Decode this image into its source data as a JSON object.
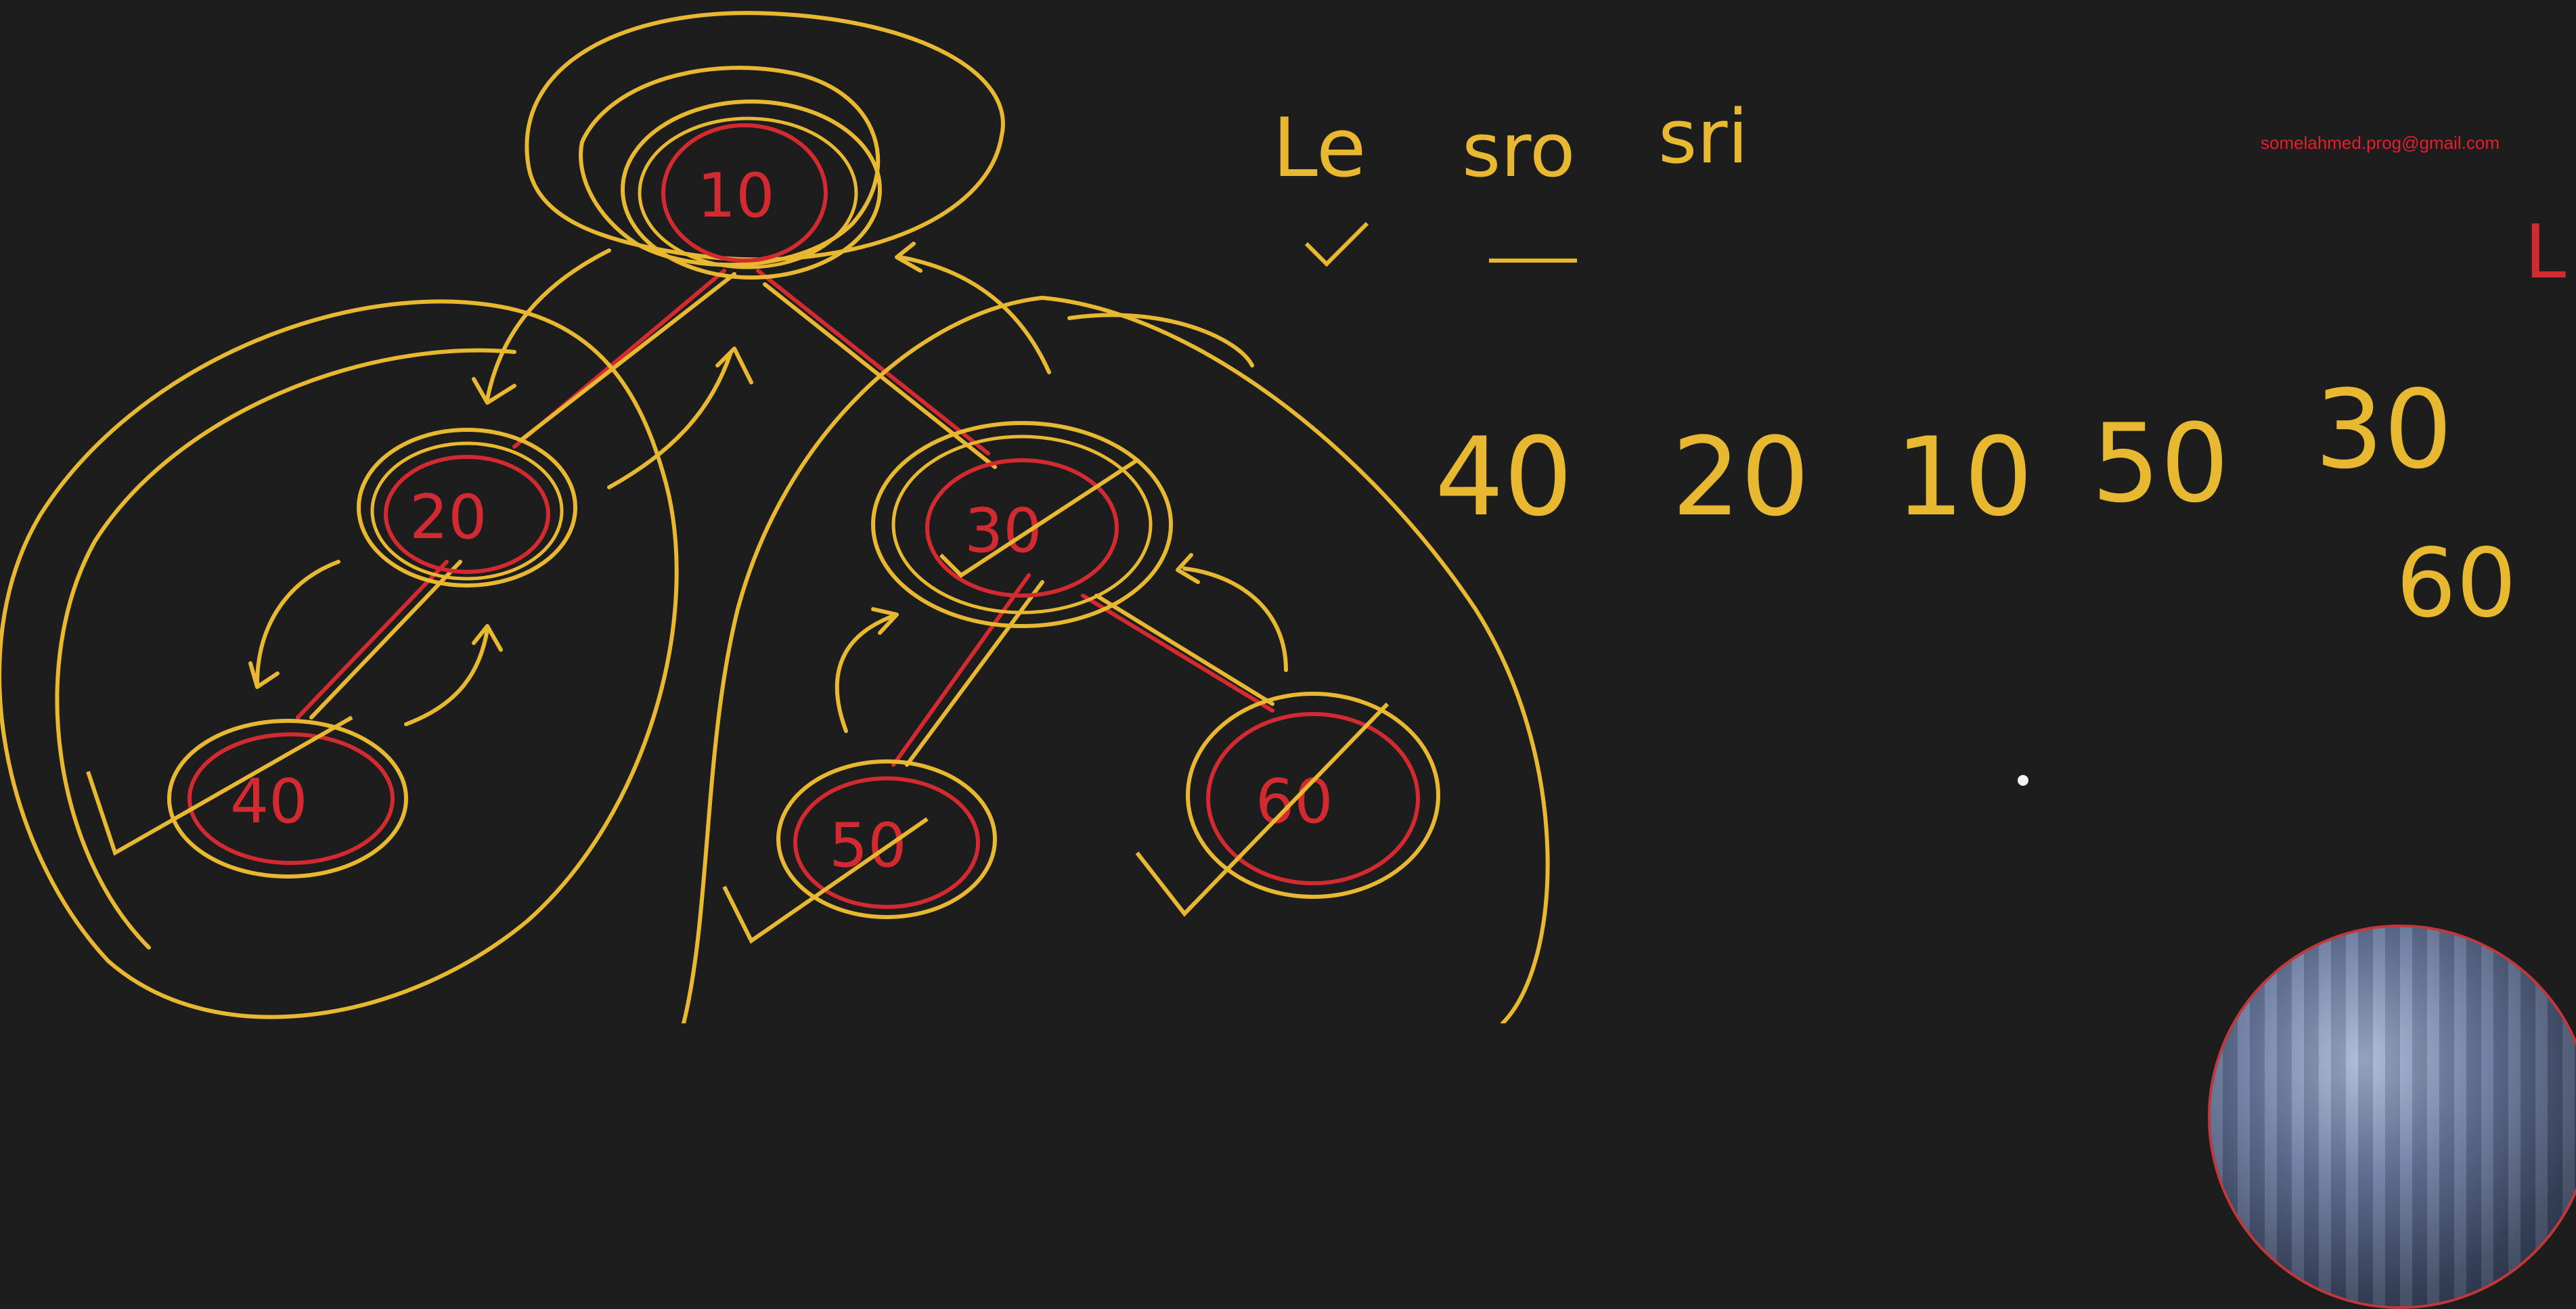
{
  "colors": {
    "background": "#1d1d1d",
    "ink_yellow": "#e8b930",
    "ink_red": "#d22a30",
    "email_red": "#e0202a"
  },
  "watermark": {
    "email": "somelahmed.prog@gmail.com"
  },
  "tree": {
    "root": "10",
    "left": "20",
    "left_left": "40",
    "right": "30",
    "right_left": "50",
    "right_right": "60"
  },
  "notes": {
    "header": [
      "Le",
      "sro",
      "sri"
    ],
    "sequence": [
      "40",
      "20",
      "10",
      "50",
      "30"
    ],
    "sequence_extra": "60",
    "partial_edge_char": "L"
  }
}
